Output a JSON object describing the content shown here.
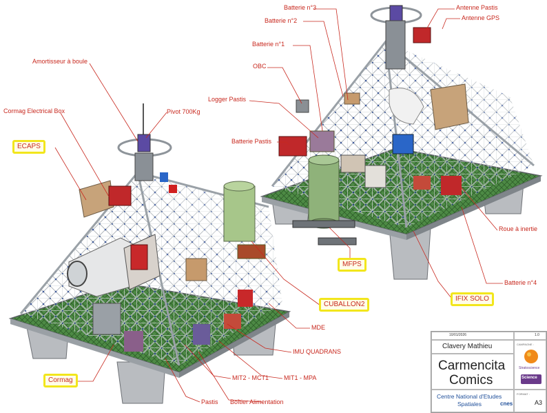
{
  "labels": {
    "batterie_n3": "Batterie n°3",
    "batterie_n2": "Batterie n°2",
    "batterie_n1": "Batterie n°1",
    "obc": "OBC",
    "logger_pastis": "Logger Pastis",
    "batterie_pastis": "Batterie Pastis",
    "antenne_pastis": "Antenne Pastis",
    "antenne_gps": "Antenne GPS",
    "amortisseur": "Amortisseur à boule",
    "cormag_box": "Cormag Electrical Box",
    "pivot": "Pivot 700Kg",
    "roue_inertie": "Roue à inertie",
    "batterie_n4": "Batterie n°4",
    "mde": "MDE",
    "imu": "IMU QUADRANS",
    "mit1": "MIT1 - MPA",
    "mit2": "MIT2 - MCT1",
    "pastis": "Pastis",
    "boitier": "Boîtier Alimentation"
  },
  "highlighted_labels": {
    "ecaps": "ECAPS",
    "mfps": "MFPS",
    "cuballon2": "CUBALLON2",
    "ifix_solo": "IFIX SOLO",
    "cormag": "Cormag"
  },
  "title_block": {
    "date_value": "10/01/2026",
    "revision_value": "1.0",
    "campagne_label": "CAMPAGNE :",
    "author": "Clavery Mathieu",
    "project_name_line1": "Carmencita",
    "project_name_line2": "Comics",
    "org_line1": "Centre National d'Etudes",
    "org_line2": "Spatiales",
    "org_logo_text": "cnes",
    "format_label": "FORMAT :",
    "format_value": "A3",
    "badge_line1": "Stratoscience",
    "badge_line2": "Science"
  },
  "colors": {
    "callout_red": "#c8281e",
    "highlight_yellow": "#f2e61c",
    "frame_strut": "#c9ced2",
    "node_blue": "#1f3f8a",
    "deck_green": "#3f7a3a",
    "float_grey": "#b9bcc0"
  }
}
